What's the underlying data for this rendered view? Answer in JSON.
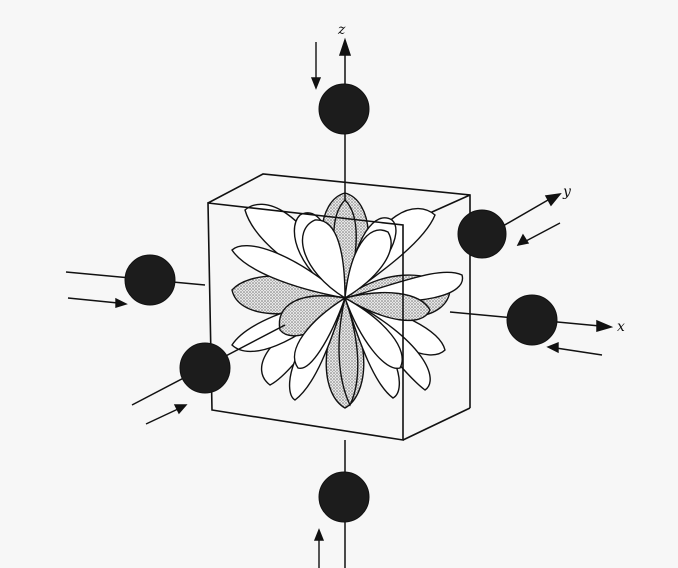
{
  "axes": {
    "x": {
      "label": "x"
    },
    "y": {
      "label": "y"
    },
    "z": {
      "label": "z"
    }
  },
  "colors": {
    "ink": "#111111",
    "ligand": "#1c1c1c",
    "shaded_lobe": "#bfbfbf",
    "background": "#f7f7f7"
  },
  "ligands": [
    "+z",
    "-z",
    "+x",
    "-x",
    "+y",
    "-y"
  ]
}
